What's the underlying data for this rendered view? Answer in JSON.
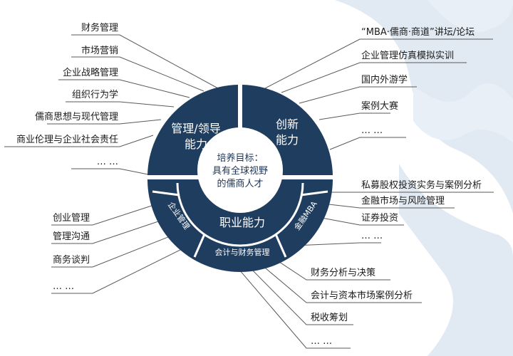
{
  "colors": {
    "navy": "#1f3d5f",
    "watermark": "#c9d9ea",
    "lines": "#5a5a5a"
  },
  "center_goal": {
    "line1": "培养目标：",
    "line2": "具有全球视野",
    "line3": "的儒商人才"
  },
  "segments": {
    "management": {
      "line1": "管理/领导",
      "line2": "能力"
    },
    "innovation": {
      "line1": "创新",
      "line2": "能力"
    },
    "professional": {
      "label": "职业能力"
    },
    "enterprise_mgmt": {
      "label": "企业管理"
    },
    "accounting_finance": {
      "label": "会计与财务管理"
    },
    "finance_mba": {
      "label": "金融MBA"
    }
  },
  "management_items": [
    "财务管理",
    "市场营销",
    "企业战略管理",
    "组织行为学",
    "儒商思想与现代管理",
    "商业伦理与企业社会责任",
    "… …"
  ],
  "innovation_items": [
    "“MBA·儒商·商道”讲坛/论坛",
    "企业管理仿真模拟实训",
    "国内外游学",
    "案例大赛",
    "… …"
  ],
  "finance_items": [
    "私募股权投资实务与案例分析",
    "金融市场与风险管理",
    "证券投资",
    "… …"
  ],
  "enterprise_items": [
    "创业管理",
    "管理沟通",
    "商务谈判",
    "… …"
  ],
  "accounting_items": [
    "财务分析与决策",
    "会计与资本市场案例分析",
    "税收筹划",
    "… …"
  ]
}
